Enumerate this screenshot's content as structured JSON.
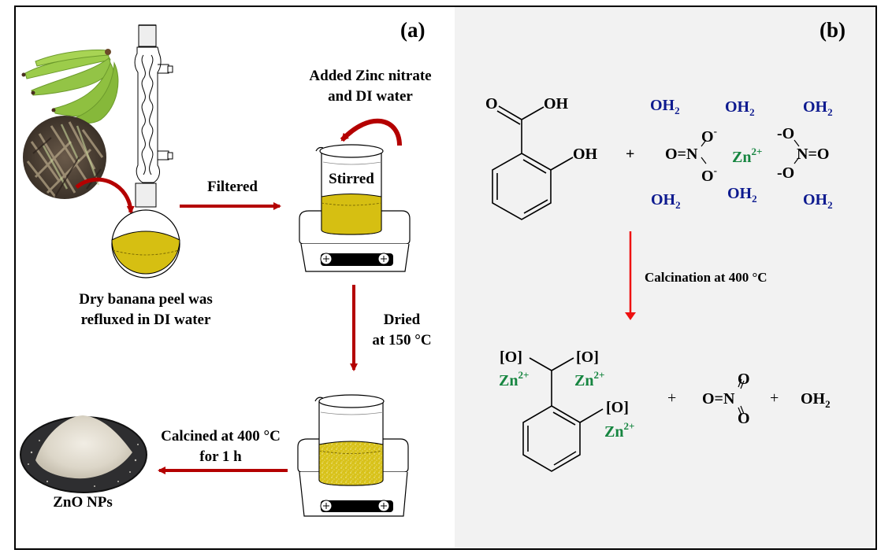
{
  "figure": {
    "panel_a": {
      "label": "(a)",
      "step_reflux": "Dry banana peel was\nrefluxed in DI water",
      "step_reflux_line1": "Dry banana peel was",
      "step_reflux_line2": "refluxed in DI water",
      "arrow_filtered": "Filtered",
      "added_line1": "Added Zinc nitrate",
      "added_line2": "and DI water",
      "beaker_label": "Stirred",
      "dried_line1": "Dried",
      "dried_line2": "at 150 °C",
      "calcined_line1": "Calcined at 400 °C",
      "calcined_line2": "for 1 h",
      "product_label": "ZnO NPs",
      "icons": [
        "green-banana-bunch",
        "dry-banana-peel-photo",
        "reflux-condenser",
        "round-bottom-flask",
        "beaker-on-hotplate-stirrer",
        "zno-powder-dish"
      ]
    },
    "panel_b": {
      "label": "(b)",
      "reactant_1": {
        "name": "salicylic acid",
        "labels": {
          "carbonyl_o": "O",
          "acid_oh": "OH",
          "phenol_oh": "OH"
        }
      },
      "plus_1": "+",
      "zinc_nitrate_hexahydrate": {
        "water": "OH",
        "water_sub": "2",
        "zn": "Zn",
        "zn_charge": "2+",
        "nitrate_left": {
          "o_double": "O=N",
          "o_minus_top": "O",
          "o_minus_bottom": "O",
          "charge": "-"
        },
        "nitrate_right": {
          "o_minus_top": "-O",
          "o_minus_bottom": "-O",
          "n_double": "N=O"
        }
      },
      "arrow_label": "Calcination at 400 °C",
      "product": {
        "oxygen_label": "[O]",
        "zn": "Zn",
        "zn_charge": "2+"
      },
      "plus_2": "+",
      "no2": {
        "left": "O=N",
        "top": "O",
        "bottom": "O"
      },
      "plus_3": "+",
      "water_product": "OH",
      "water_product_sub": "2"
    },
    "colors": {
      "arrow_dark_red": "#b40000",
      "arrow_red": "#ee1111",
      "solution_yellow": "#d6bf12",
      "water_blue": "#0d1a8f",
      "zinc_green": "#168540",
      "panel_b_bg": "#f2f2f2"
    }
  }
}
